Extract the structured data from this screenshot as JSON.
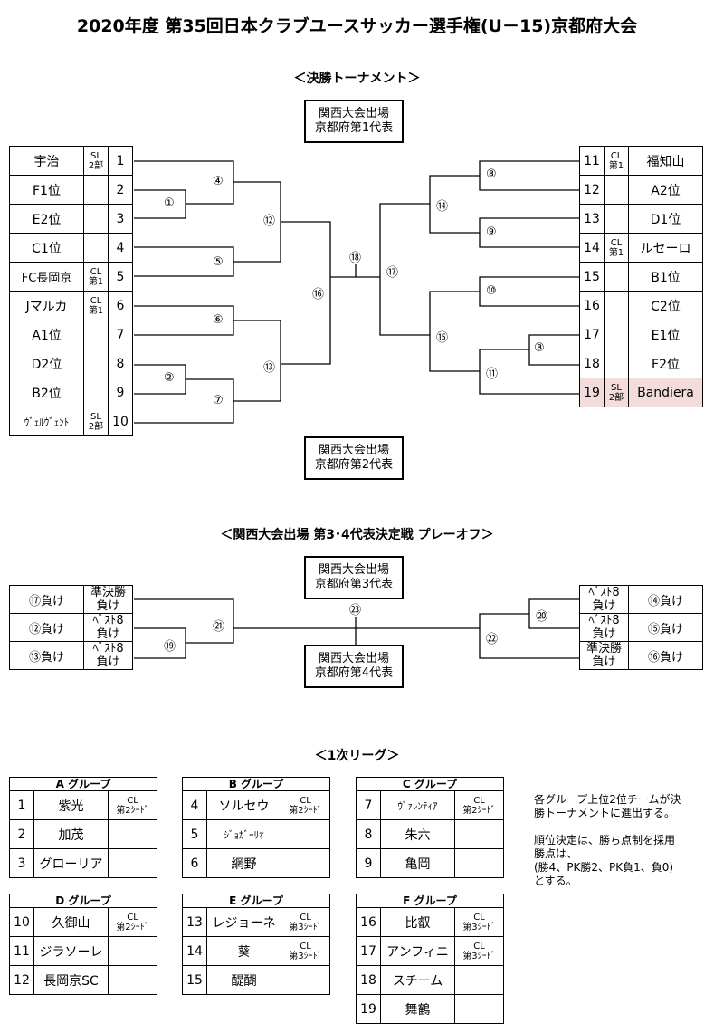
{
  "title": "2020年度 第35回日本クラブユースサッカー選手権(U－15)京都府大会",
  "final": {
    "heading": "＜決勝トーナメント＞",
    "rep1": [
      "関西大会出場",
      "京都府第1代表"
    ],
    "rep2": [
      "関西大会出場",
      "京都府第2代表"
    ],
    "left": [
      {
        "team": "宇治",
        "tag": [
          "SL",
          "2部"
        ],
        "num": "1"
      },
      {
        "team": "F1位",
        "tag": [],
        "num": "2"
      },
      {
        "team": "E2位",
        "tag": [],
        "num": "3"
      },
      {
        "team": "C1位",
        "tag": [],
        "num": "4"
      },
      {
        "team": "FC長岡京",
        "tag": [
          "CL",
          "第1"
        ],
        "num": "5"
      },
      {
        "team": "Jマルカ",
        "tag": [
          "CL",
          "第1"
        ],
        "num": "6"
      },
      {
        "team": "A1位",
        "tag": [],
        "num": "7"
      },
      {
        "team": "D2位",
        "tag": [],
        "num": "8"
      },
      {
        "team": "B2位",
        "tag": [],
        "num": "9"
      },
      {
        "team": "ｳﾞｪﾙｳﾞｪﾝﾄ",
        "tag": [
          "SL",
          "2部"
        ],
        "num": "10"
      }
    ],
    "right": [
      {
        "num": "11",
        "tag": [
          "CL",
          "第1"
        ],
        "team": "福知山"
      },
      {
        "num": "12",
        "tag": [],
        "team": "A2位"
      },
      {
        "num": "13",
        "tag": [],
        "team": "D1位"
      },
      {
        "num": "14",
        "tag": [
          "CL",
          "第1"
        ],
        "team": "ルセーロ"
      },
      {
        "num": "15",
        "tag": [],
        "team": "B1位"
      },
      {
        "num": "16",
        "tag": [],
        "team": "C2位"
      },
      {
        "num": "17",
        "tag": [],
        "team": "E1位"
      },
      {
        "num": "18",
        "tag": [],
        "team": "F2位"
      },
      {
        "num": "19",
        "tag": [
          "SL",
          "2部"
        ],
        "team": "Bandiera",
        "highlight": true
      }
    ],
    "matches": [
      "①",
      "②",
      "③",
      "④",
      "⑤",
      "⑥",
      "⑦",
      "⑧",
      "⑨",
      "⑩",
      "⑪",
      "⑫",
      "⑬",
      "⑭",
      "⑮",
      "⑯",
      "⑰",
      "⑱"
    ]
  },
  "playoff": {
    "heading": "＜関西大会出場 第3･4代表決定戦 プレーオフ＞",
    "rep3": [
      "関西大会出場",
      "京都府第3代表"
    ],
    "rep4": [
      "関西大会出場",
      "京都府第4代表"
    ],
    "left": [
      {
        "team": "⑰負け",
        "from": [
          "準決勝",
          "負け"
        ]
      },
      {
        "team": "⑫負け",
        "from": [
          "ﾍﾞｽﾄ8",
          "負け"
        ]
      },
      {
        "team": "⑬負け",
        "from": [
          "ﾍﾞｽﾄ8",
          "負け"
        ]
      }
    ],
    "right": [
      {
        "from": [
          "ﾍﾞｽﾄ8",
          "負け"
        ],
        "team": "⑭負け"
      },
      {
        "from": [
          "ﾍﾞｽﾄ8",
          "負け"
        ],
        "team": "⑮負け"
      },
      {
        "from": [
          "準決勝",
          "負け"
        ],
        "team": "⑯負け"
      }
    ],
    "matches": [
      "⑲",
      "⑳",
      "㉑",
      "㉒",
      "㉓"
    ]
  },
  "league": {
    "heading": "＜1次リーグ＞",
    "groups": [
      {
        "name": "A グループ",
        "rows": [
          {
            "num": "1",
            "team": "紫光",
            "tag": [
              "CL",
              "第2ｼｰﾄﾞ"
            ]
          },
          {
            "num": "2",
            "team": "加茂",
            "tag": []
          },
          {
            "num": "3",
            "team": "グローリア",
            "tag": []
          }
        ]
      },
      {
        "name": "B グループ",
        "rows": [
          {
            "num": "4",
            "team": "ソルセウ",
            "tag": [
              "CL",
              "第2ｼｰﾄﾞ"
            ]
          },
          {
            "num": "5",
            "team": "ｼﾞｮｶﾞｰﾘｵ",
            "tag": []
          },
          {
            "num": "6",
            "team": "網野",
            "tag": []
          }
        ]
      },
      {
        "name": "C グループ",
        "rows": [
          {
            "num": "7",
            "team": "ｳﾞｧﾚﾝﾃｨｱ",
            "tag": [
              "CL",
              "第2ｼｰﾄﾞ"
            ]
          },
          {
            "num": "8",
            "team": "朱六",
            "tag": []
          },
          {
            "num": "9",
            "team": "亀岡",
            "tag": []
          }
        ]
      },
      {
        "name": "D グループ",
        "rows": [
          {
            "num": "10",
            "team": "久御山",
            "tag": [
              "CL",
              "第2ｼｰﾄﾞ"
            ]
          },
          {
            "num": "11",
            "team": "ジラソーレ",
            "tag": []
          },
          {
            "num": "12",
            "team": "長岡京SC",
            "tag": []
          }
        ]
      },
      {
        "name": "E グループ",
        "rows": [
          {
            "num": "13",
            "team": "レジョーネ",
            "tag": [
              "CL",
              "第3ｼｰﾄﾞ"
            ]
          },
          {
            "num": "14",
            "team": "葵",
            "tag": [
              "CL",
              "第3ｼｰﾄﾞ"
            ]
          },
          {
            "num": "15",
            "team": "醍醐",
            "tag": []
          }
        ]
      },
      {
        "name": "F グループ",
        "rows": [
          {
            "num": "16",
            "team": "比叡",
            "tag": [
              "CL",
              "第3ｼｰﾄﾞ"
            ]
          },
          {
            "num": "17",
            "team": "アンフィニ",
            "tag": [
              "CL",
              "第3ｼｰﾄﾞ"
            ]
          },
          {
            "num": "18",
            "team": "スチーム",
            "tag": []
          },
          {
            "num": "19",
            "team": "舞鶴",
            "tag": []
          }
        ]
      }
    ],
    "note": [
      "各グループ上位2位チームが決",
      "勝トーナメントに進出する。",
      "",
      "順位決定は、勝ち点制を採用",
      "勝点は、",
      "(勝4、PK勝2、PK負1、負0)",
      "とする。"
    ]
  }
}
